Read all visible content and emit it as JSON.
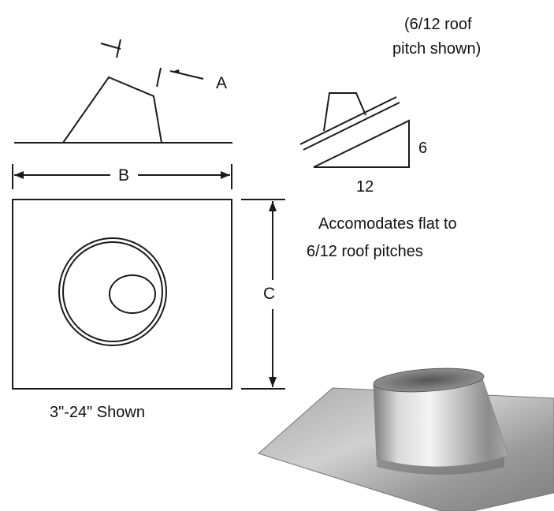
{
  "pitch_note": {
    "line1": "(6/12 roof",
    "line2": "pitch shown)"
  },
  "dimension_labels": {
    "a": "A",
    "b": "B",
    "c": "C"
  },
  "pitch_triangle": {
    "rise": "6",
    "run": "12"
  },
  "accommodation_note": {
    "line1": "Accomodates flat to",
    "line2": "6/12 roof pitches"
  },
  "size_note": "3\"-24\" Shown",
  "colors": {
    "line": "#1a1a1a",
    "text": "#111111",
    "metal_light": "#e6e6e6",
    "metal_dark": "#6e6e6e"
  }
}
